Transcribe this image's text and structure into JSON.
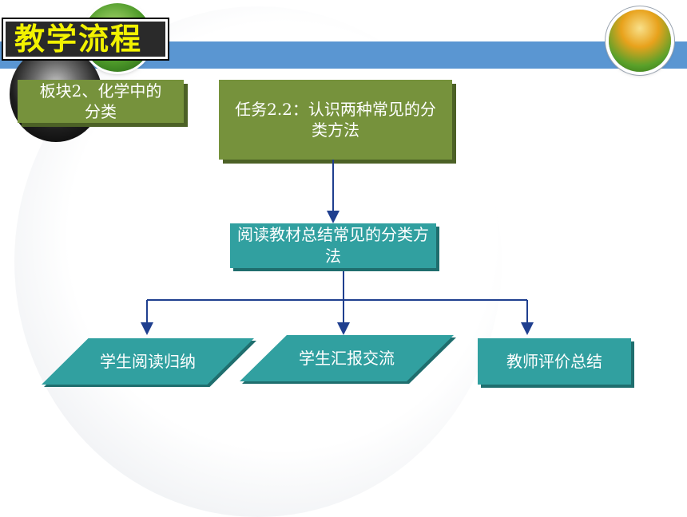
{
  "header": {
    "title": "教学流程"
  },
  "module_box": {
    "label": "板块2、化学中的分类"
  },
  "task_box": {
    "label": "任务2.2：认识两种常见的分类方法"
  },
  "center_box": {
    "label": "阅读教材总结常见的分类方法"
  },
  "steps": [
    {
      "label": "学生阅读归纳"
    },
    {
      "label": "学生汇报交流"
    },
    {
      "label": "教师评价总结"
    }
  ],
  "colors": {
    "band": "#5a96d2",
    "title_text": "#f2f200",
    "olive": "#76923c",
    "teal": "#31a0a0",
    "arrow": "#1f3f8f"
  }
}
